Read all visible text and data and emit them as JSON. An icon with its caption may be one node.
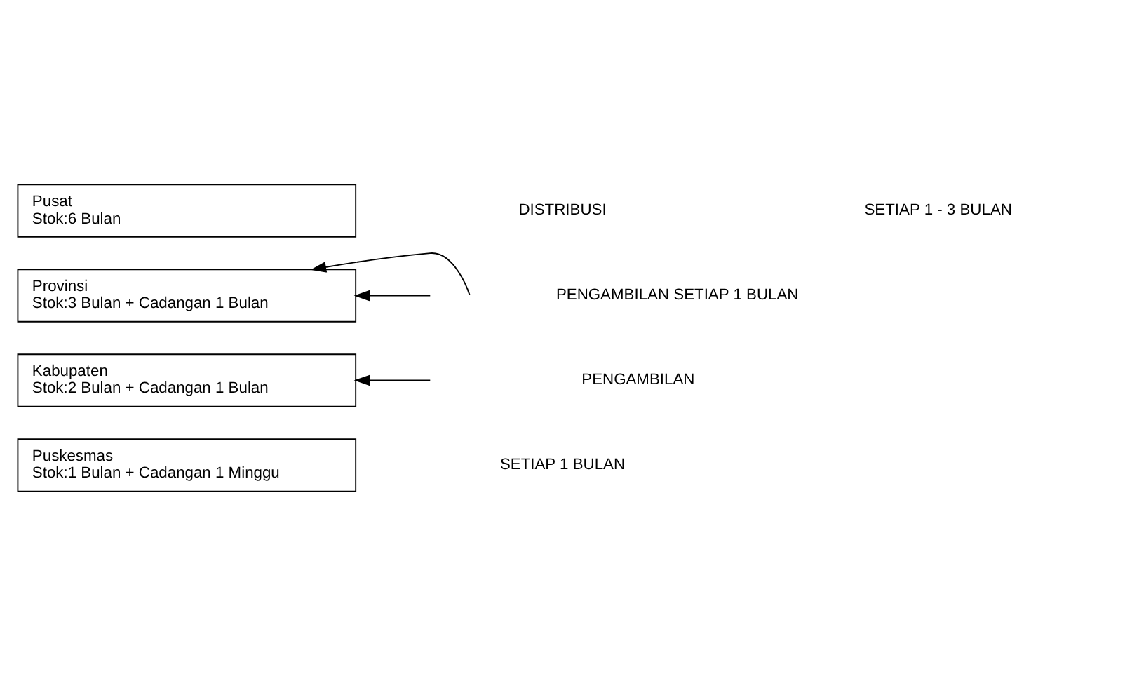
{
  "diagram": {
    "nodes": [
      {
        "text": [
          "Pusat",
          "Stok:6 Bulan"
        ]
      },
      {
        "text": [
          "Provinsi",
          "Stok:3 Bulan + Cadangan 1 Bulan"
        ]
      },
      {
        "text": [
          "Kabupaten",
          "Stok:2 Bulan + Cadangan 1 Bulan"
        ]
      },
      {
        "text": [
          "Puskesmas",
          "Stok:1 Bulan + Cadangan 1 Minggu"
        ]
      }
    ],
    "edges": [
      {
        "from": null,
        "to": 1,
        "arrow": "to"
      },
      {
        "from": null,
        "to": 1,
        "arrow": "to"
      },
      {
        "from": null,
        "to": 2,
        "arrow": "to"
      }
    ],
    "labels": [
      "DISTRIBUSI",
      "SETIAP 1 - 3 BULAN",
      "PENGAMBILAN SETIAP 1 BULAN",
      "PENGAMBILAN",
      "SETIAP 1 BULAN"
    ]
  }
}
